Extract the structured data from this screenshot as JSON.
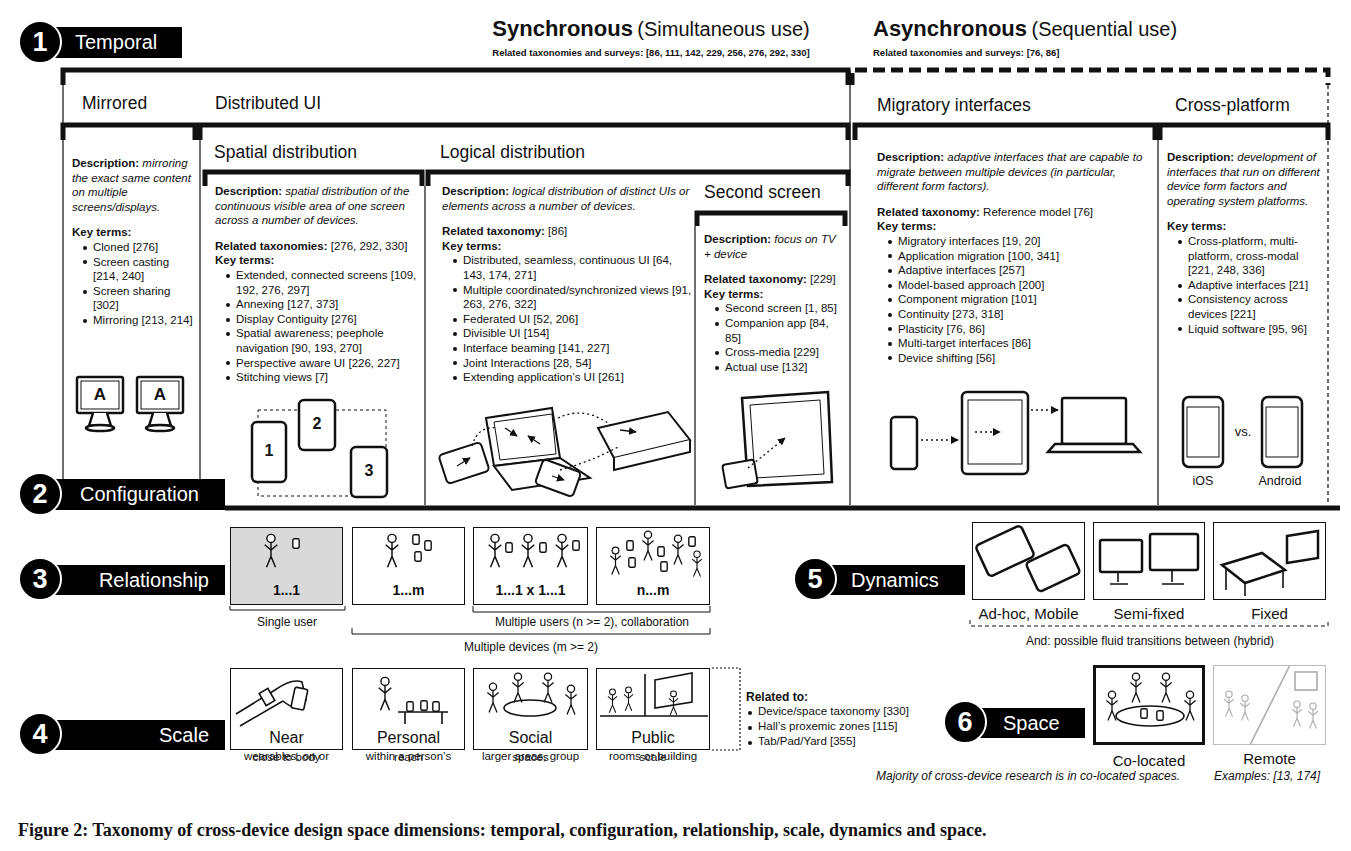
{
  "diagram": {
    "caption": "Figure 2: Taxonomy of cross-device design space dimensions: temporal, configuration, relationship, scale, dynamics and space.",
    "nodes": [
      {
        "text": [
          "1",
          "Temporal"
        ]
      },
      {
        "text": [
          "Synchronous",
          "(Simultaneous use)",
          "Related taxonomies and surveys: [86, 111, 142, 229, 256, 276, 292, 330]"
        ]
      },
      {
        "text": [
          "Mirrored",
          "Description:",
          "mirroring the exact same content on multiple screens/displays.",
          "Key terms:",
          "Cloned [276]",
          "Screen casting [214, 240]",
          "Screen sharing [302]",
          "Mirroring [213, 214]"
        ],
        "in": 1
      },
      {
        "text": [
          "Distributed UI"
        ],
        "in": 1
      },
      {
        "text": [
          "Spatial distribution",
          "Description:",
          "spatial distribution of the continuous visible area of one screen across a number of devices.",
          "Related taxonomies:",
          "[276, 292, 330]",
          "Key terms:",
          "Extended, connected screens [109, 192, 276, 297]",
          "Annexing [127, 373]",
          "Display Contiguity [276]",
          "Spatial awareness; peephole navigation [90, 193, 270]",
          "Perspective aware UI [226, 227]",
          "Stitching views [7]"
        ],
        "in": 3
      },
      {
        "text": [
          "Logical distribution",
          "Description:",
          "logical distribution of distinct UIs or elements across a number of devices.",
          "Related taxonomy:",
          "[86]",
          "Key terms:",
          "Distributed, seamless, continuous UI [64, 143, 174, 271]",
          "Multiple coordinated/synchronized views [91, 263, 276, 322]",
          "Federated UI [52, 206]",
          "Divisible UI [154]",
          "Interface beaming [141, 227]",
          "Joint Interactions [28, 54]",
          "Extending application’s UI [261]"
        ],
        "in": 3
      },
      {
        "text": [
          "Second screen",
          "Description:",
          "focus on TV + device",
          "Related taxonomy:",
          "[229]",
          "Key terms:",
          "Second screen [1, 85]",
          "Companion app [84, 85]",
          "Cross-media [229]",
          "Actual use [132]"
        ],
        "in": 5
      },
      {
        "text": [
          "Asynchronous",
          "(Sequential use)",
          "Related taxonomies and surveys: [76, 86]"
        ]
      },
      {
        "text": [
          "Migratory interfaces",
          "Description:",
          "adaptive interfaces that are capable to migrate between multiple devices (in particular, different form factors).",
          "Related taxonomy:",
          "Reference model [76]",
          "Key terms:",
          "Migratory interfaces [19, 20]",
          "Application migration [100, 341]",
          "Adaptive interfaces [257]",
          "Model-based approach [200]",
          "Component migration [101]",
          "Continuity [273, 318]",
          "Plasticity [76, 86]",
          "Multi-target interfaces [86]",
          "Device shifting [56]"
        ],
        "in": 7
      },
      {
        "text": [
          "Cross-platform",
          "Description:",
          "development of interfaces that run on different device form factors and operating system platforms.",
          "Key terms:",
          "Cross-platform, multi-platform, cross-modal [221, 248, 336]",
          "Adaptive interfaces [21]",
          "Consistency across devices [221]",
          "Liquid software [95, 96]"
        ],
        "in": 7
      },
      {
        "text": [
          "2",
          "Configuration"
        ]
      },
      {
        "text": [
          "3",
          "Relationship"
        ]
      },
      {
        "text": [
          "1...1"
        ]
      },
      {
        "text": [
          "1...m"
        ]
      },
      {
        "text": [
          "1...1 x 1...1"
        ]
      },
      {
        "text": [
          "n...m"
        ]
      },
      {
        "text": [
          "4",
          "Scale"
        ]
      },
      {
        "text": [
          "Near",
          "wearables, on or close to body"
        ]
      },
      {
        "text": [
          "Personal",
          "within a person’s reach"
        ]
      },
      {
        "text": [
          "Social",
          "larger areas, group spaces"
        ]
      },
      {
        "text": [
          "Public",
          "rooms or building scale"
        ]
      },
      {
        "text": [
          "5",
          "Dynamics"
        ]
      },
      {
        "text": [
          "Ad-hoc, Mobile"
        ]
      },
      {
        "text": [
          "Semi-fixed"
        ]
      },
      {
        "text": [
          "Fixed"
        ]
      },
      {
        "text": [
          "6",
          "Space"
        ]
      },
      {
        "text": [
          "Co-located"
        ]
      },
      {
        "text": [
          "Remote"
        ]
      }
    ],
    "labels": [
      "A",
      "A",
      "1",
      "2",
      "3",
      "vs.",
      "iOS",
      "Android",
      "Single user",
      "Multiple users (n >= 2), collaboration",
      "Multiple devices (m >= 2)",
      "Related to:",
      "Device/space taxonomy [330]",
      "Hall’s proxemic zones [115]",
      "Tab/Pad/Yard [355]",
      "And: possible fluid transitions between (hybrid)",
      "Majority of cross-device research is in co-located spaces.",
      "Examples: [13, 174]"
    ]
  }
}
